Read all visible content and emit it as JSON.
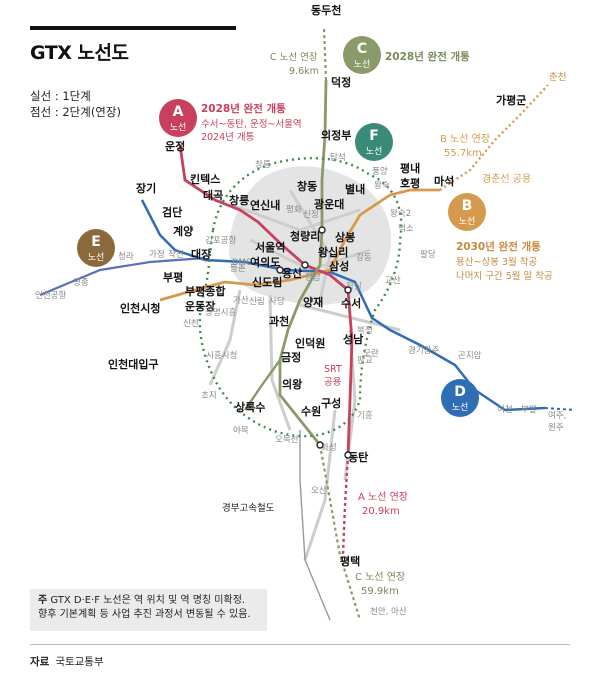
{
  "title": "GTX 노선도",
  "legend": {
    "solid": "실선 : 1단계",
    "dashed": "점선 : 2단계(연장)"
  },
  "colors": {
    "A": "#c8405d",
    "B": "#d69a4e",
    "C": "#8a9a6a",
    "D": "#2f6db5",
    "E": "#8a6a3d",
    "F": "#3a8a7a",
    "subway": "#cfcfcf",
    "ring": "#3f8c4c"
  },
  "badges": {
    "A": {
      "letter": "A",
      "sub": "노선"
    },
    "B": {
      "letter": "B",
      "sub": "노선"
    },
    "C": {
      "letter": "C",
      "sub": "노선"
    },
    "D": {
      "letter": "D",
      "sub": "노선"
    },
    "E": {
      "letter": "E",
      "sub": "노선"
    },
    "F": {
      "letter": "F",
      "sub": "노선"
    }
  },
  "annotations": {
    "a_title": "2028년 완전 개통",
    "a_line1": "수서~동탄, 운정~서울역",
    "a_line2": "2024년 개통",
    "c_title": "2028년 완전 개통",
    "c_ext_north": "C 노선 연장",
    "c_ext_north_km": "9.6km",
    "b_ext": "B 노선 연장",
    "b_ext_km": "55.7km",
    "b_shared": "경춘선 공용",
    "b_title": "2030년 완전 개통",
    "b_line1": "용산~상봉 3월 착공",
    "b_line2": "나머지 구간 5월 말 착공",
    "srt": "SRT",
    "srt2": "공용",
    "a_ext": "A 노선 연장",
    "a_ext_km": "20.9km",
    "c_ext_south": "C 노선 연장",
    "c_ext_south_km": "59.9km",
    "gyeongbu": "경부고속철도"
  },
  "stations_main": {
    "dongducheon": "동두천",
    "deokjeong": "덕정",
    "uijeongbu": "의정부",
    "chuncheon": "춘천",
    "gapyeong": "가평군",
    "unjeong": "운정",
    "kintex": "킨텍스",
    "daegok": "대곡",
    "changneung": "창릉",
    "yeonsinnae": "연신내",
    "changdong": "창동",
    "gwangundae": "광운대",
    "byeollae": "별내",
    "pyeongnae": "평내",
    "hopyeong": "호평",
    "maseok": "마석",
    "janggi": "장기",
    "geomdan": "검단",
    "gyeyang": "계양",
    "daejang": "대장",
    "seoulyeok": "서울역",
    "cheongnyangni": "청량리",
    "sangbong": "상봉",
    "wangsimni": "왕십리",
    "yeouido": "여의도",
    "yongsan": "용산",
    "samseong": "삼성",
    "bupyeong": "부평",
    "bupyeongcomplex": "부평종합",
    "undong": "운동장",
    "sindorim": "신도림",
    "yangjae": "양재",
    "suseo": "수서",
    "incheon_cityhall": "인천시청",
    "gwacheon": "과천",
    "inderwon": "인덕원",
    "seongnam": "성남",
    "incheon_univ": "인천대입구",
    "geumjeong": "금정",
    "uiwang": "의왕",
    "guseong": "구성",
    "sangroksu": "상록수",
    "suwon": "수원",
    "dongtan": "동탄",
    "pyeongtaek": "평택"
  },
  "stations_minor": {
    "tapseok": "탑석",
    "changneung_f": "창릉",
    "pungyang": "풍양",
    "wangsuk": "왕숙",
    "wangsuk2": "왕숙2",
    "deokso": "덕소",
    "gimpo_airport": "김포공항",
    "dmc": "DMC",
    "pyeonghwa": "평화",
    "sinjeong": "신정",
    "deungchon": "등촌",
    "daejeong": "대정",
    "gadeok": "가덕",
    "jakjeon": "작전",
    "gajeong": "가정",
    "cheongna": "청라",
    "yeongjong": "영종",
    "incheon_airport": "인천공항",
    "palddang": "팔당",
    "gangdong": "강동",
    "gyosan": "교산",
    "jamsil": "잠실",
    "gangnam": "강남",
    "gasan": "가산",
    "sinrim": "신림",
    "saddang": "사당",
    "gwangmyeong": "광명시흥",
    "sincheon": "신천",
    "siheung": "시흥시청",
    "choji": "초지",
    "bokjeong": "복정",
    "moran": "모란",
    "gyeonggi_gwangju": "경기광주",
    "gonjiam": "곤지암",
    "icheon": "이천",
    "bubal": "부발",
    "yeoju": "여주,",
    "wonju": "원주",
    "pangyo": "판교",
    "giheung": "기흥",
    "hwaseong": "화성",
    "osan": "오산",
    "omokcheon": "오목천",
    "ayeok": "야목",
    "cheonan": "천안, 아산"
  },
  "note": {
    "bold": "주",
    "line1": "GTX D·E·F 노선은 역 위치 및 역 명칭 미확정.",
    "line2": "향후 기본계획 등 사업 추진 과정서 변동될 수 있음."
  },
  "source": {
    "label": "자료",
    "value": "국토교통부"
  }
}
